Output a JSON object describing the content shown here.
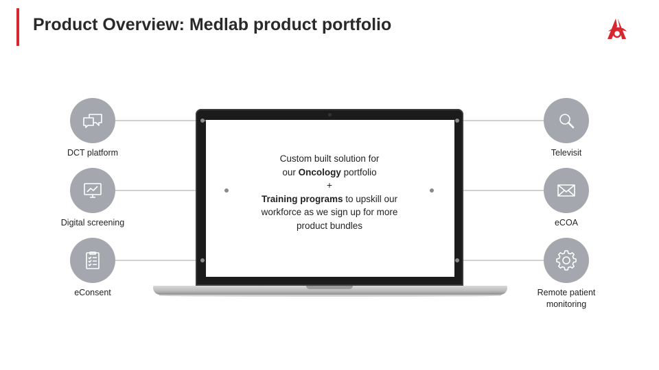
{
  "header": {
    "title": "Product Overview: Medlab product portfolio"
  },
  "colors": {
    "accent": "#d7262e",
    "circle": "#a4a7ad",
    "line": "#9a9a9a"
  },
  "left_items": [
    {
      "label": "DCT platform",
      "icon": "chat-bubbles-icon"
    },
    {
      "label": "Digital screening",
      "icon": "monitor-chart-icon"
    },
    {
      "label": "eConsent",
      "icon": "checklist-icon"
    }
  ],
  "right_items": [
    {
      "label": "Televisit",
      "icon": "search-icon"
    },
    {
      "label": "eCOA",
      "icon": "envelope-icon"
    },
    {
      "label": "Remote patient monitoring",
      "icon": "gear-icon"
    }
  ],
  "screen": {
    "line1": "Custom built solution for",
    "line2_pre": "our ",
    "line2_bold": "Oncology",
    "line2_post": " portfolio",
    "plus": "+",
    "line3_bold": "Training programs",
    "line3_post": " to upskill our",
    "line4": "workforce as we sign up for more",
    "line5": "product bundles"
  }
}
